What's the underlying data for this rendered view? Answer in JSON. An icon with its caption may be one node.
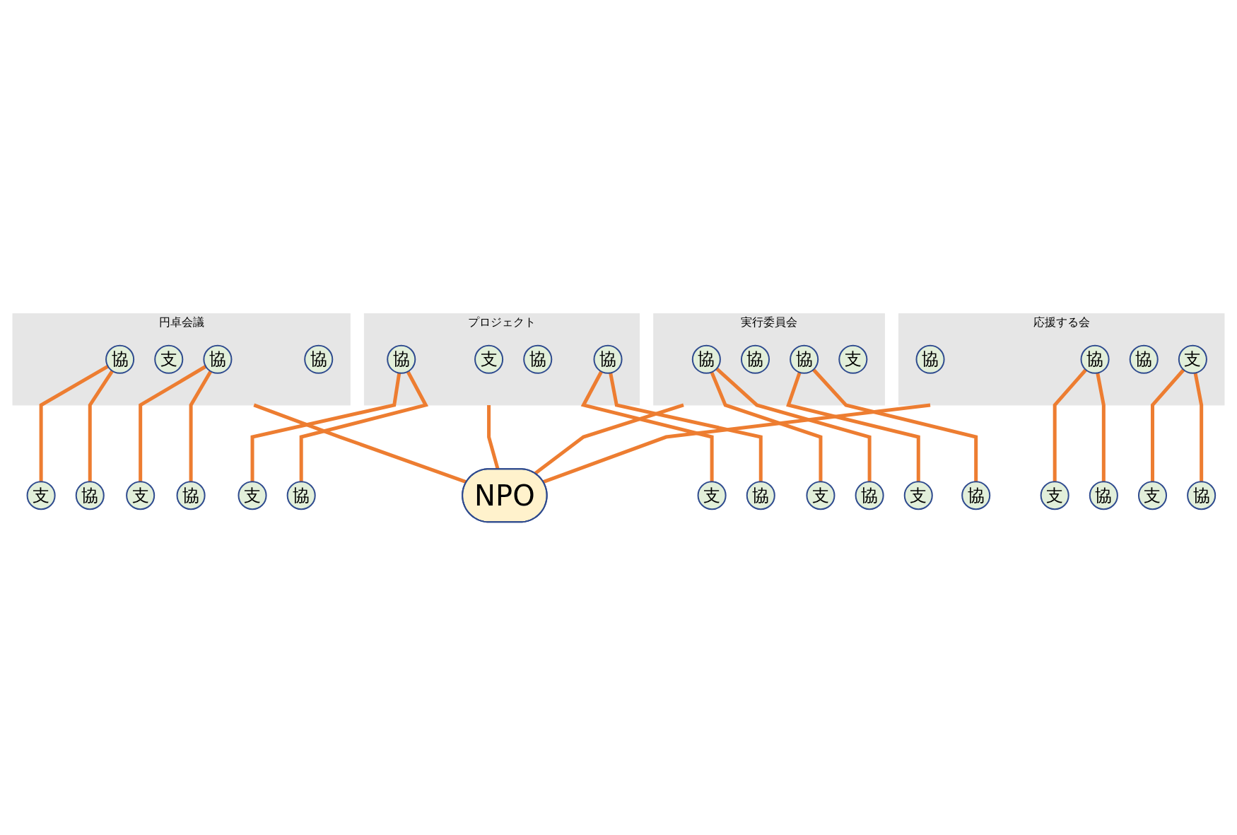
{
  "diagram": {
    "nodes": [
      {
        "text": [
          "円卓会議"
        ]
      },
      {
        "text": [
          "協"
        ],
        "in": 0
      },
      {
        "text": [
          "支"
        ],
        "in": 0
      },
      {
        "text": [
          "協"
        ],
        "in": 0
      },
      {
        "text": [
          "協"
        ],
        "in": 0
      },
      {
        "text": [
          "協"
        ]
      },
      {
        "text": [
          "支"
        ]
      },
      {
        "text": [
          "協"
        ]
      },
      {
        "text": [
          "支"
        ]
      },
      {
        "text": [
          "プロジェクト"
        ]
      },
      {
        "text": [
          "支"
        ],
        "in": 9
      },
      {
        "text": [
          "協"
        ],
        "in": 9
      },
      {
        "text": [
          "協"
        ],
        "in": 9
      },
      {
        "text": [
          "協"
        ],
        "in": 9
      },
      {
        "text": [
          "協"
        ]
      },
      {
        "text": [
          "支"
        ]
      },
      {
        "text": [
          "協"
        ]
      },
      {
        "text": [
          "支"
        ]
      },
      {
        "text": [
          "NPO"
        ]
      },
      {
        "text": [
          "実行委員会"
        ]
      },
      {
        "text": [
          "協"
        ],
        "in": 19
      },
      {
        "text": [
          "協"
        ],
        "in": 19
      },
      {
        "text": [
          "協"
        ],
        "in": 19
      },
      {
        "text": [
          "支"
        ],
        "in": 19
      },
      {
        "text": [
          "協"
        ]
      },
      {
        "text": [
          "支"
        ]
      },
      {
        "text": [
          "協"
        ]
      },
      {
        "text": [
          "支"
        ]
      },
      {
        "text": [
          "応援する会"
        ]
      },
      {
        "text": [
          "協"
        ],
        "in": 28
      },
      {
        "text": [
          "協"
        ],
        "in": 28
      },
      {
        "text": [
          "協"
        ],
        "in": 28
      },
      {
        "text": [
          "支"
        ],
        "in": 28
      },
      {
        "text": [
          "協"
        ]
      },
      {
        "text": [
          "支"
        ]
      },
      {
        "text": [
          "協"
        ]
      },
      {
        "text": [
          "支"
        ]
      }
    ],
    "edges": [
      {
        "from": 18,
        "to": 0,
        "arrow": "none"
      },
      {
        "from": 18,
        "to": 9,
        "arrow": "none"
      },
      {
        "from": 18,
        "to": 19,
        "arrow": "none"
      },
      {
        "from": 18,
        "to": 28,
        "arrow": "none"
      },
      {
        "from": 5,
        "to": 1,
        "arrow": "none"
      },
      {
        "from": 6,
        "to": 1,
        "arrow": "none"
      },
      {
        "from": 7,
        "to": 3,
        "arrow": "none"
      },
      {
        "from": 8,
        "to": 3,
        "arrow": "none"
      },
      {
        "from": 14,
        "to": 11,
        "arrow": "none"
      },
      {
        "from": 15,
        "to": 11,
        "arrow": "none"
      },
      {
        "from": 16,
        "to": 13,
        "arrow": "none"
      },
      {
        "from": 17,
        "to": 13,
        "arrow": "none"
      },
      {
        "from": 24,
        "to": 20,
        "arrow": "none"
      },
      {
        "from": 25,
        "to": 20,
        "arrow": "none"
      },
      {
        "from": 26,
        "to": 22,
        "arrow": "none"
      },
      {
        "from": 27,
        "to": 22,
        "arrow": "none"
      },
      {
        "from": 33,
        "to": 30,
        "arrow": "none"
      },
      {
        "from": 34,
        "to": 30,
        "arrow": "none"
      },
      {
        "from": 35,
        "to": 32,
        "arrow": "none"
      },
      {
        "from": 36,
        "to": 32,
        "arrow": "none"
      }
    ]
  }
}
